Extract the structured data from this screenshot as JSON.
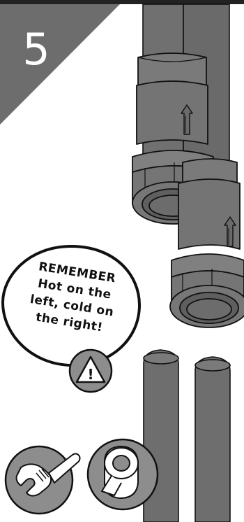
{
  "step": {
    "number": "5",
    "banner_color": "#6d6d6d"
  },
  "reminder": {
    "lines": [
      "REMEMBER",
      "Hot on the",
      "left, cold on",
      "the right!"
    ],
    "warning_symbol": "!"
  },
  "icons": {
    "warning": "warning-triangle-icon",
    "tool": "adjustable-spanner-icon",
    "material": "ptfe-tape-roll-icon"
  },
  "colors": {
    "pipe_fill": "#6f6f6f",
    "pipe_dark": "#5a5a5a",
    "fitting_fill": "#747474",
    "outline": "#111111",
    "icon_bg": "#8d8d8d",
    "rule": "#222222"
  }
}
